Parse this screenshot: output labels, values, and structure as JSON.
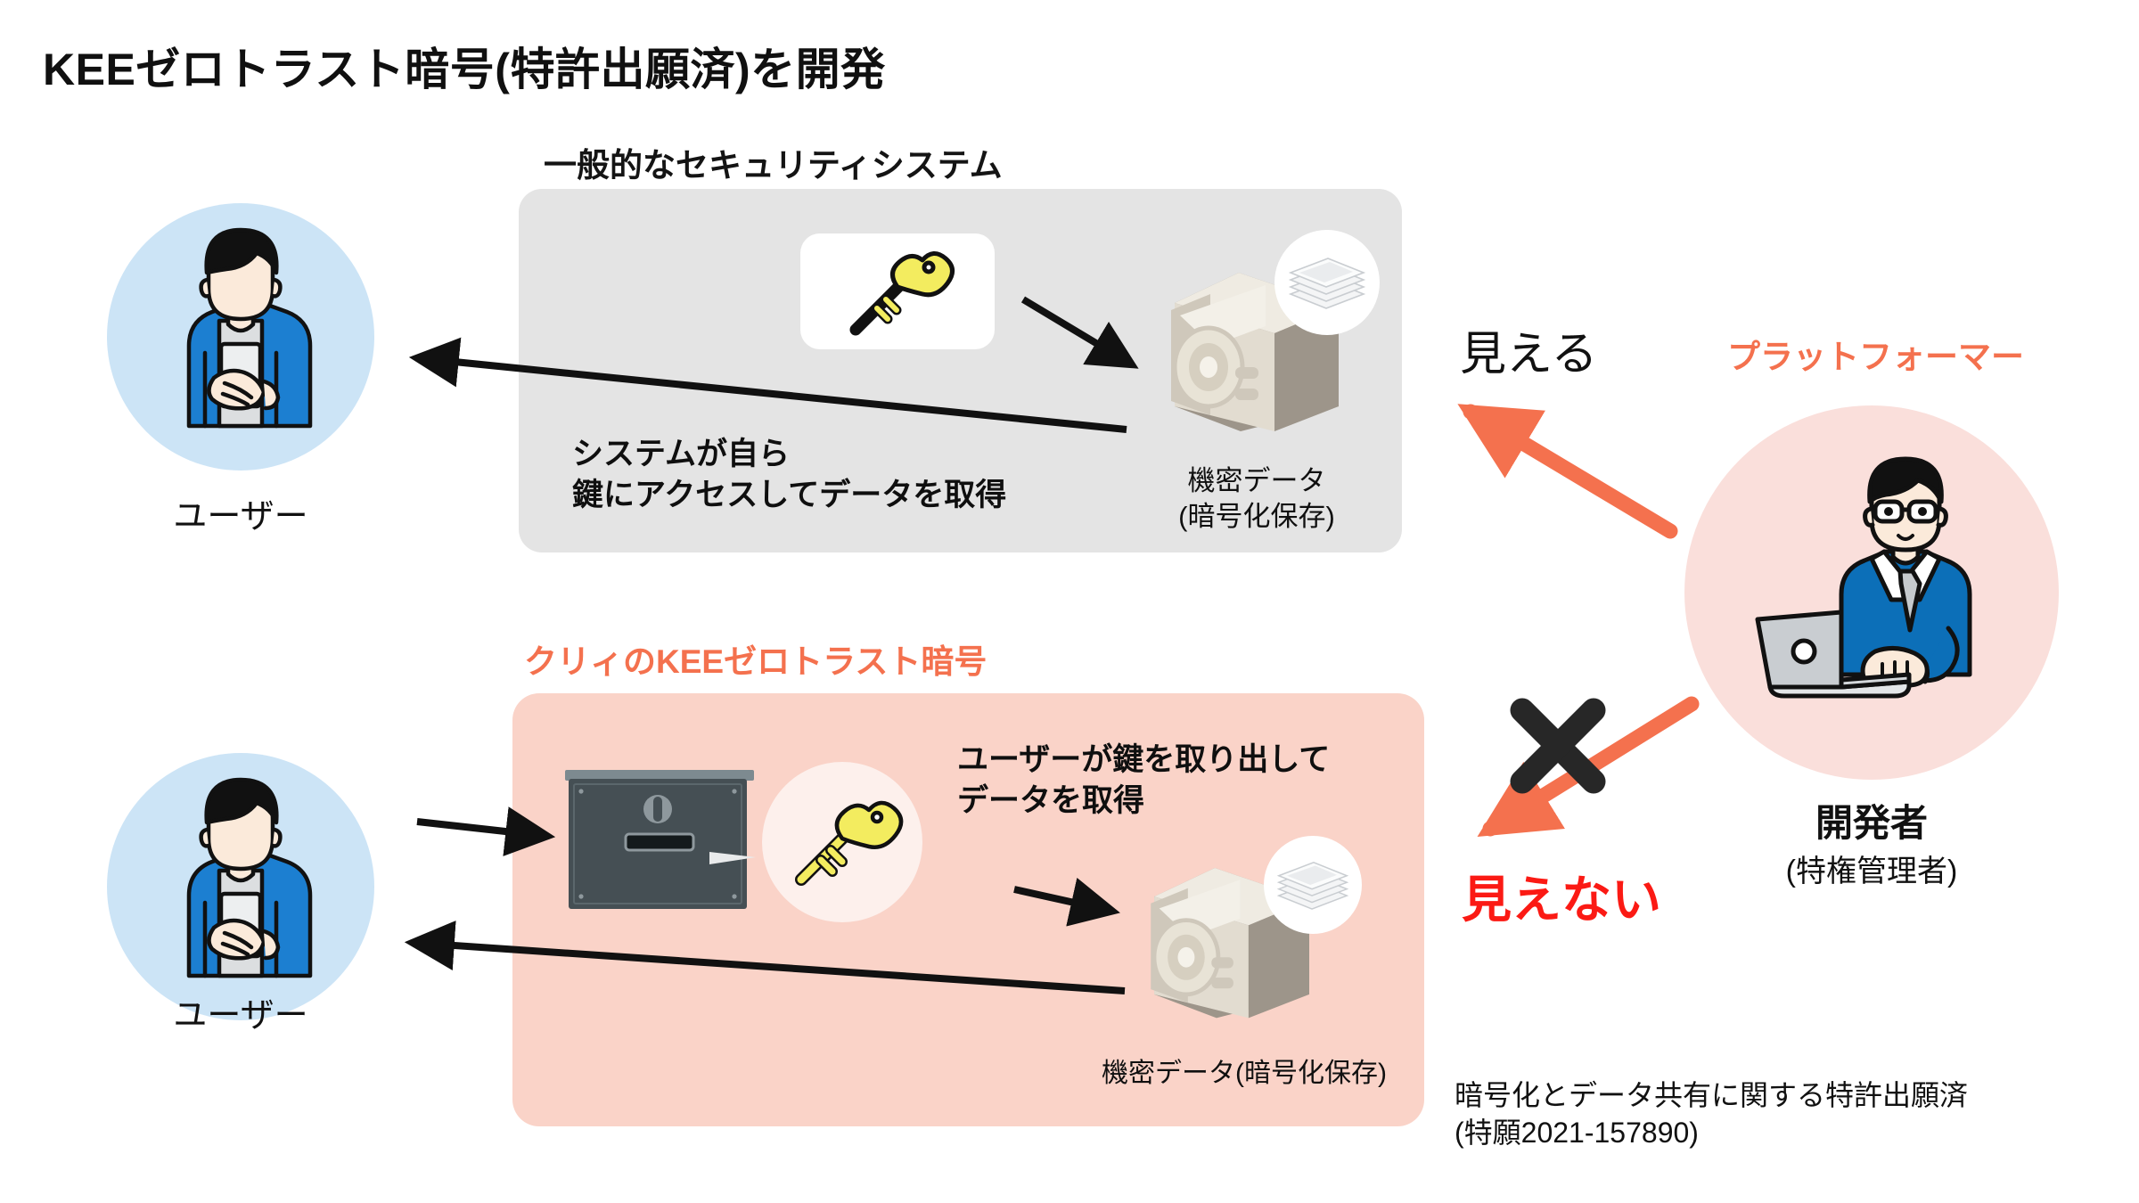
{
  "page": {
    "title": "KEEゼロトラスト暗号(特許出願済)を開発",
    "background_color": "#FFFFFF",
    "accent_color": "#F4714E",
    "alert_color": "#FB1A14"
  },
  "top_section": {
    "heading": "一般的なセキュリティシステム",
    "panel_color": "#E4E4E4",
    "user": {
      "caption": "ユーザー",
      "avatar_bg": "#CCE4F6",
      "icon": "person-with-smartphone-icon"
    },
    "key_card": {
      "icon": "yellow-key-icon",
      "card_bg": "#FFFFFF"
    },
    "safe": {
      "icon": "safe-vault-open-icon",
      "docs_icon": "document-stack-icon"
    },
    "flow_label": "システムが自ら\n鍵にアクセスしてデータを取得",
    "data_caption": "機密データ\n(暗号化保存)"
  },
  "bottom_section": {
    "heading": "クリィのKEEゼロトラスト暗号",
    "panel_color": "#FAD3C8",
    "user": {
      "caption": "ユーザー",
      "avatar_bg": "#CCE4F6",
      "icon": "person-with-smartphone-icon"
    },
    "lockbox": {
      "icon": "deposit-box-with-keyhole-icon",
      "box_color": "#454F54"
    },
    "key_bubble": {
      "icon": "yellow-key-icon",
      "bubble_bg": "#FDF0EC"
    },
    "safe": {
      "icon": "safe-vault-open-icon",
      "docs_icon": "document-stack-icon"
    },
    "flow_label": "ユーザーが鍵を取り出して\nデータを取得",
    "data_caption": "機密データ(暗号化保存)"
  },
  "right_column": {
    "visible_label": "見える",
    "invisible_label": "見えない",
    "platformer_label": "プラットフォーマー",
    "developer_name": "開発者",
    "developer_role": "(特権管理者)",
    "developer_avatar": {
      "icon": "businessman-with-laptop-icon",
      "avatar_bg": "#FADFDB"
    },
    "blocked_mark": "cross-mark-icon",
    "patent_note": "暗号化とデータ共有に関する特許出願済\n(特願2021-157890)"
  }
}
